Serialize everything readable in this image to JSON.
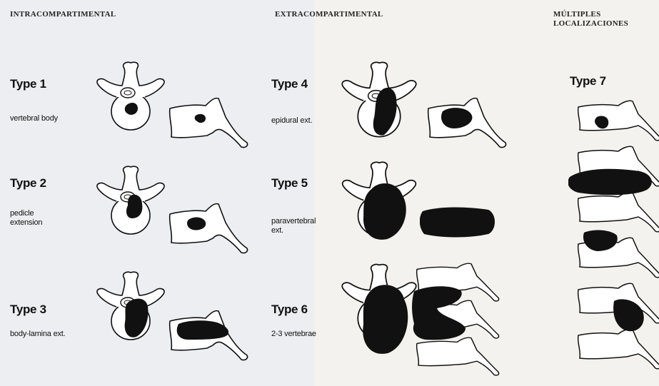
{
  "headers": {
    "intra": "INTRACOMPARTIMENTAL",
    "extra": "EXTRACOMPARTIMENTAL",
    "multiple": [
      "MÚLTIPLES",
      "LOCALIZACIONES"
    ]
  },
  "types": [
    {
      "label": "Type 1",
      "desc": [
        "vertebral body"
      ]
    },
    {
      "label": "Type 2",
      "desc": [
        "pedicle",
        "extension"
      ]
    },
    {
      "label": "Type 3",
      "desc": [
        "body-lamina ext."
      ]
    },
    {
      "label": "Type 4",
      "desc": [
        "epidural ext."
      ]
    },
    {
      "label": "Type 5",
      "desc": [
        "paravertebral",
        "ext."
      ]
    },
    {
      "label": "Type 6",
      "desc": [
        "2-3 vertebrae"
      ]
    },
    {
      "label": "Type 7",
      "desc": []
    }
  ],
  "colors": {
    "background": "#f2f1ee",
    "ink": "#111111",
    "panel_tint": "#e9ebef"
  }
}
